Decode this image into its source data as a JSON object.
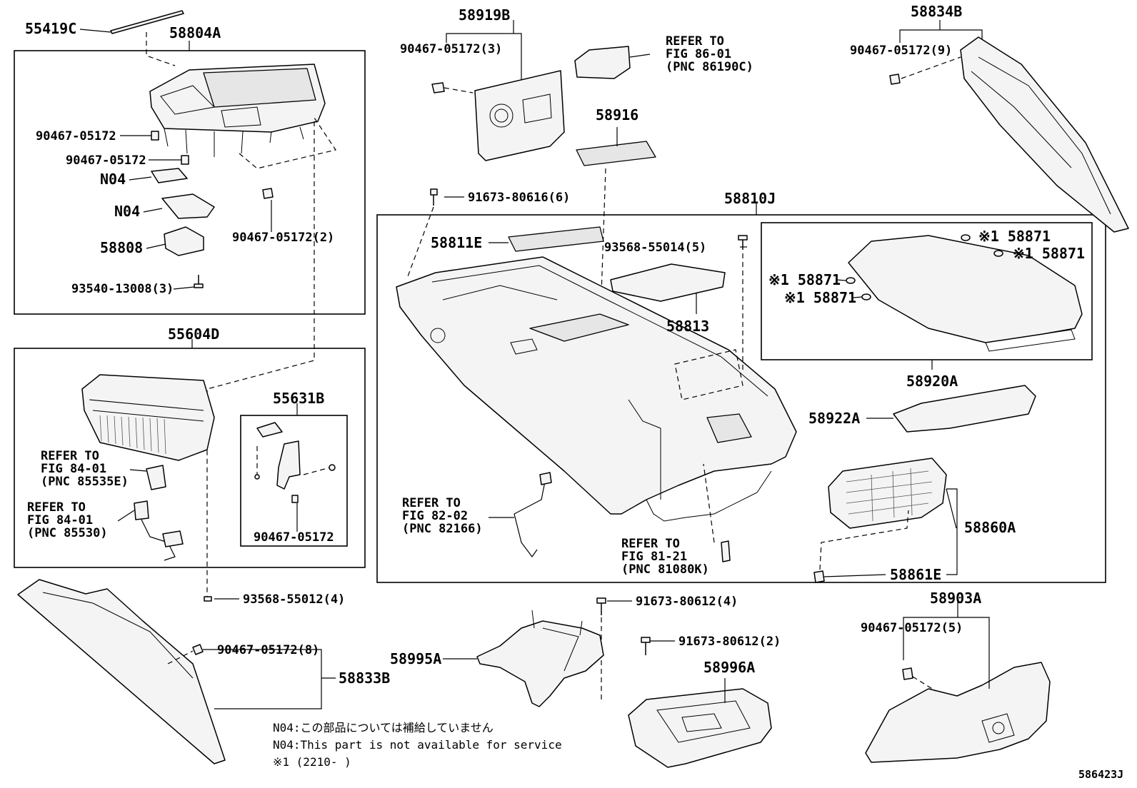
{
  "diagram": {
    "figure_code": "586423J",
    "labels": {
      "p55419C": "55419C",
      "p58804A": "58804A",
      "p90467_05172_a": "90467-05172",
      "p90467_05172_b": "90467-05172",
      "pN04_a": "N04",
      "pN04_b": "N04",
      "p58808": "58808",
      "p93540": "93540-13008(3)",
      "p90467_05172_2": "90467-05172(2)",
      "p58919B": "58919B",
      "p90467_05172_3": "90467-05172(3)",
      "refer_86_1": "REFER TO",
      "refer_86_2": "FIG 86-01",
      "refer_86_3": "(PNC 86190C)",
      "p58834B": "58834B",
      "p90467_05172_9": "90467-05172(9)",
      "p58916": "58916",
      "p91673_80616_6": "91673-80616(6)",
      "p58810J": "58810J",
      "p58811E": "58811E",
      "p93568_55014_5": "93568-55014(5)",
      "p58813": "58813",
      "p58871_a": "※1 58871",
      "p58871_b": "※1 58871",
      "p58871_c": "※1 58871",
      "p58871_d": "※1 58871",
      "p58920A": "58920A",
      "p58922A": "58922A",
      "p55604D": "55604D",
      "p55631B": "55631B",
      "refer_84a_1": "REFER TO",
      "refer_84a_2": "FIG 84-01",
      "refer_84a_3": "(PNC 85535E)",
      "refer_84b_1": "REFER TO",
      "refer_84b_2": "FIG 84-01",
      "refer_84b_3": "(PNC 85530)",
      "p90467_05172_c": "90467-05172",
      "refer_82_1": "REFER TO",
      "refer_82_2": "FIG 82-02",
      "refer_82_3": "(PNC 82166)",
      "refer_81_1": "REFER TO",
      "refer_81_2": "FIG 81-21",
      "refer_81_3": "(PNC 81080K)",
      "p58860A": "58860A",
      "p58861E": "58861E",
      "p93568_55012_4": "93568-55012(4)",
      "p91673_80612_4": "91673-80612(4)",
      "p58903A": "58903A",
      "p90467_05172_5": "90467-05172(5)",
      "p91673_80612_2": "91673-80612(2)",
      "p90467_05172_8": "90467-05172(8)",
      "p58833B": "58833B",
      "p58995A": "58995A",
      "p58996A": "58996A"
    },
    "notes": {
      "line1": "N04:この部品については補給していません",
      "line2": "N04:This part is not available for service",
      "line3": "※1 (2210-     )"
    }
  }
}
